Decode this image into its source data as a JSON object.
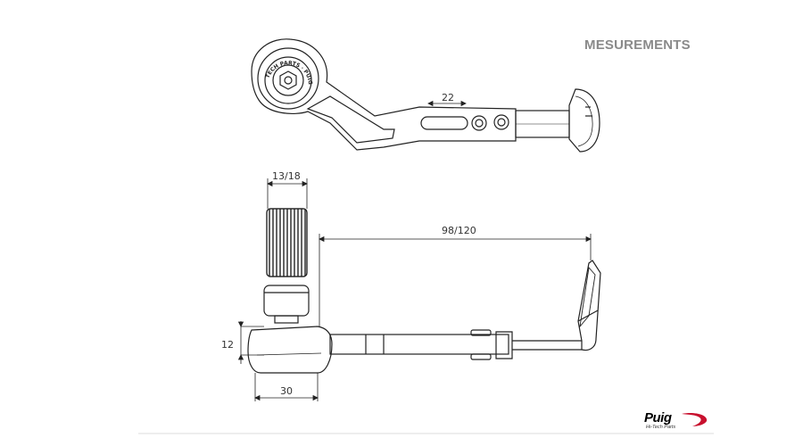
{
  "header": {
    "title": "MESUREMENTS"
  },
  "dimensions": {
    "slot_width": "22",
    "clamp_width": "13/18",
    "reach": "98/120",
    "thickness": "12",
    "base_width": "30"
  },
  "brand": {
    "name": "Puig",
    "tagline": "Hi-Tech Parts",
    "accent_color": "#c8102e"
  },
  "engraving": "TECH PARTS · PUIG"
}
